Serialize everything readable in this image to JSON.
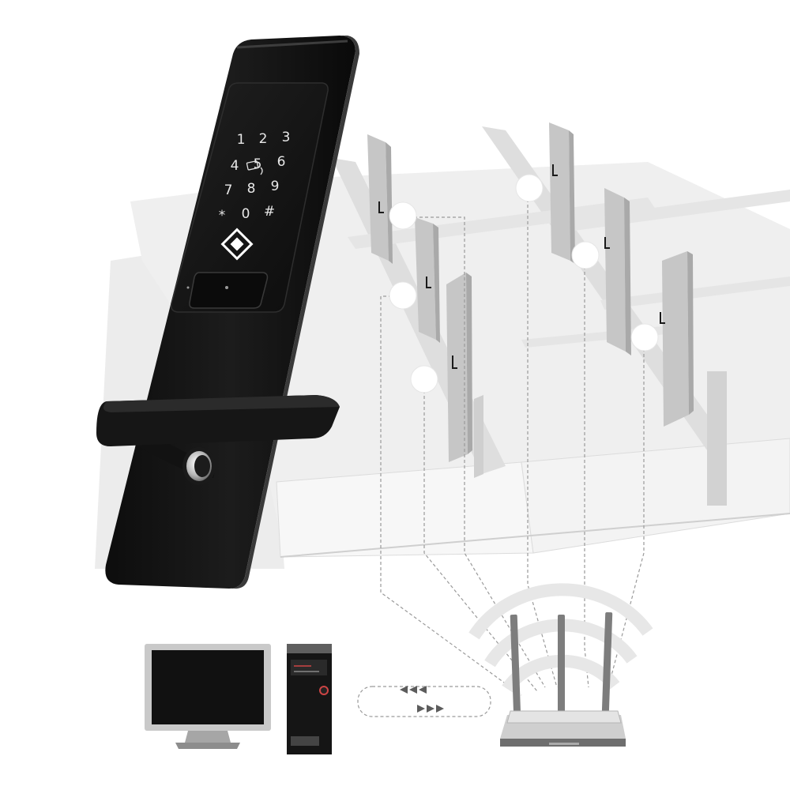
{
  "keypad": {
    "keys": [
      "1",
      "2",
      "3",
      "4",
      "5",
      "6",
      "7",
      "8",
      "9",
      "*",
      "0",
      "#"
    ]
  },
  "colors": {
    "lock_body": "#141414",
    "lock_edge": "#2e2e2e",
    "key_text": "#e8e8e8",
    "floor": "#eeeeee",
    "wall": "#d8d8d8",
    "door": "#c9c9c9",
    "dot": "#ffffff",
    "dash": "#9a9a9a",
    "router": "#7a7a7a",
    "wifi": "#e6e6e6"
  },
  "icons": {
    "brand_logo": "diamond-logo-icon",
    "card_reader": "rfid-card-icon",
    "wifi": "wifi-signal-icon",
    "router": "router-icon",
    "monitor": "monitor-icon",
    "computer": "computer-tower-icon",
    "sync_arrows": "bidirectional-arrows-icon"
  }
}
